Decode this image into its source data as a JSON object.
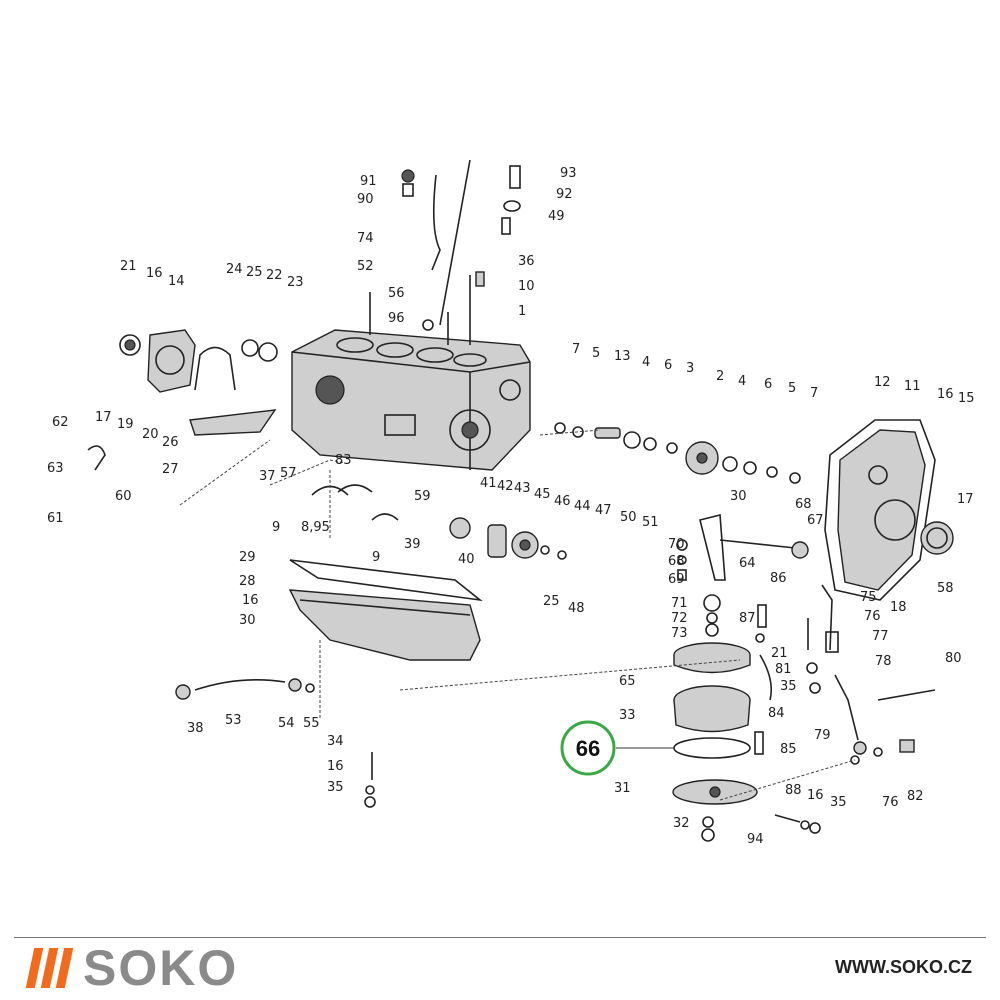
{
  "diagram": {
    "highlighted_part": "66",
    "highlight_color": "#3aa845",
    "part_numbers": [
      "1",
      "2",
      "3",
      "4",
      "5",
      "6",
      "7",
      "8,95",
      "9",
      "10",
      "11",
      "12",
      "13",
      "14",
      "15",
      "16",
      "17",
      "18",
      "19",
      "20",
      "21",
      "22",
      "23",
      "24",
      "25",
      "26",
      "27",
      "28",
      "29",
      "30",
      "31",
      "32",
      "33",
      "34",
      "35",
      "36",
      "37",
      "38",
      "39",
      "40",
      "41",
      "42",
      "43",
      "44",
      "45",
      "46",
      "47",
      "48",
      "49",
      "50",
      "51",
      "52",
      "53",
      "54",
      "55",
      "56",
      "57",
      "58",
      "59",
      "60",
      "61",
      "62",
      "63",
      "64",
      "65",
      "67",
      "68",
      "69",
      "70",
      "71",
      "72",
      "73",
      "74",
      "75",
      "76",
      "77",
      "78",
      "79",
      "80",
      "81",
      "82",
      "83",
      "84",
      "85",
      "86",
      "87",
      "88",
      "90",
      "91",
      "92",
      "93",
      "94",
      "96"
    ]
  },
  "footer": {
    "brand": "SOKO",
    "brand_color": "#f26b1d",
    "url": "WWW.SOKO.CZ"
  }
}
